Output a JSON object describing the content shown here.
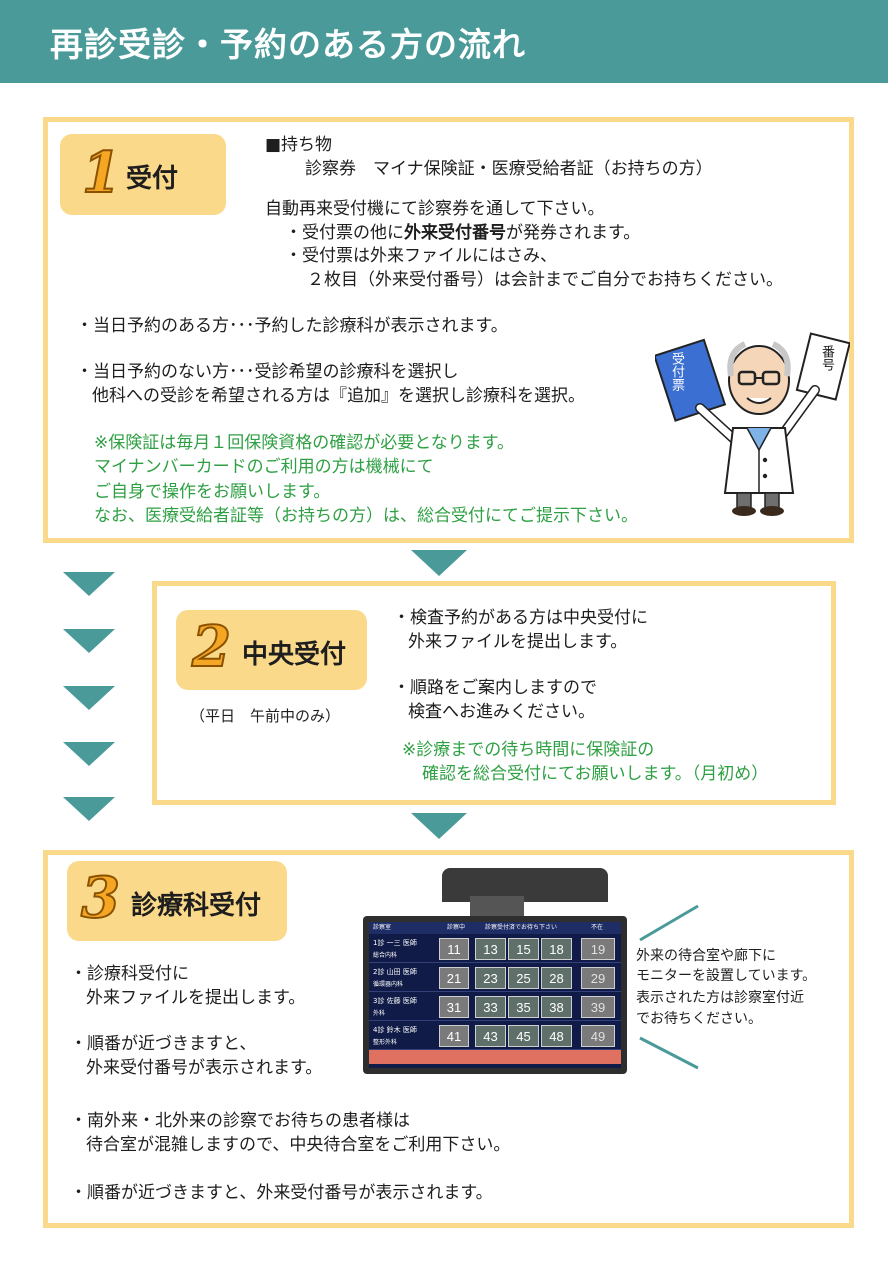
{
  "title": "再診受診・予約のある方の流れ",
  "step1": {
    "number": "1",
    "label": "受付",
    "items_heading": "■持ち物",
    "items": "診察券　マイナ保険証・医療受給者証（お持ちの方）",
    "machine": "自動再来受付機にて診察券を通して下さい。",
    "ticket_pre": "・受付票の他に",
    "ticket_bold": "外来受付番号",
    "ticket_post": "が発券されます。",
    "file1": "・受付票は外来ファイルにはさみ、",
    "file2": "２枚目（外来受付番号）は会計までご自分でお持ちください。",
    "reserved": "・当日予約のある方･･･予約した診療科が表示されます。",
    "unreserved1": "・当日予約のない方･･･受診希望の診療科を選択し",
    "unreserved2": "他科への受診を希望される方は『追加』を選択し診療科を選択。",
    "note1": "※保険証は毎月１回保険資格の確認が必要となります。",
    "note2": "マイナンバーカードのご利用の方は機械にて",
    "note3": "ご自身で操作をお願いします。",
    "note4": "なお、医療受給者証等（お持ちの方）は、総合受付にてご提示下さい。",
    "doctor_card_left": "受付票",
    "doctor_card_right": "番号"
  },
  "step2": {
    "number": "2",
    "label": "中央受付",
    "hours": "（平日　午前中のみ）",
    "line1": "・検査予約がある方は中央受付に",
    "line2": "外来ファイルを提出します。",
    "line3": "・順路をご案内しますので",
    "line4": "検査へお進みください。",
    "note1": "※診療までの待ち時間に保険証の",
    "note2": "確認を総合受付にてお願いします。（月初め）"
  },
  "step3": {
    "number": "3",
    "label": "診療科受付",
    "line1": "・診療科受付に",
    "line2": "外来ファイルを提出します。",
    "line3": "・順番が近づきますと、",
    "line4": "外来受付番号が表示されます。",
    "line5": "・南外来・北外来の診察でお待ちの患者様は",
    "line6": "待合室が混雑しますので、中央待合室をご利用下さい。",
    "line7": "・順番が近づきますと、外来受付番号が表示されます。",
    "callout1": "外来の待合室や廊下に",
    "callout2": "モニターを設置しています。",
    "callout3": "表示された方は診察室付近",
    "callout4": "でお待ちください。"
  },
  "monitor": {
    "col_room": "診察室",
    "col_now": "診察中",
    "col_wait": "診察受付済でお待ち下さい",
    "col_absent": "不在",
    "rows": [
      {
        "room": "1診 一三 医師",
        "dept": "総合内科",
        "now": "11",
        "wait": [
          "13",
          "15",
          "18"
        ],
        "absent": "19"
      },
      {
        "room": "2診 山田 医師",
        "dept": "循環器内科",
        "now": "21",
        "wait": [
          "23",
          "25",
          "28"
        ],
        "absent": "29"
      },
      {
        "room": "3診 佐藤 医師",
        "dept": "外科",
        "now": "31",
        "wait": [
          "33",
          "35",
          "38"
        ],
        "absent": "39"
      },
      {
        "room": "4診 鈴木 医師",
        "dept": "整形外科",
        "now": "41",
        "wait": [
          "43",
          "45",
          "48"
        ],
        "absent": "49"
      }
    ]
  },
  "colors": {
    "header": "#4a9a9a",
    "box_border": "#fbd98a",
    "note_green": "#2ea043",
    "arrow": "#4a9a9a"
  }
}
